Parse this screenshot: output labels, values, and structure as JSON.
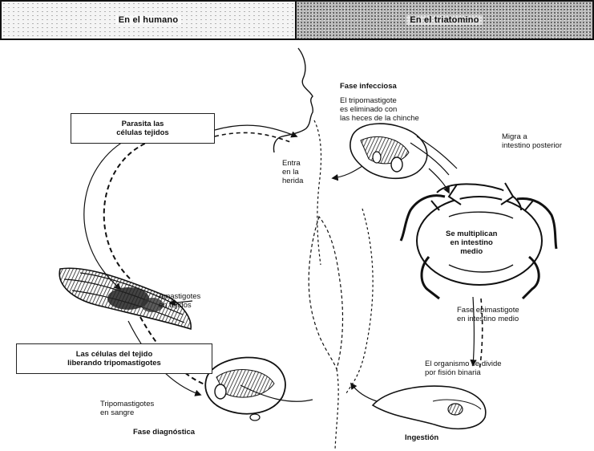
{
  "header": {
    "left": "En el humano",
    "right": "En el triatomino"
  },
  "boxes": {
    "parasito": [
      "Parasita las",
      "células tejidos"
    ],
    "celulas": [
      "Las células del tejido",
      "liberando tripomastigotes"
    ]
  },
  "labels": {
    "fase_infecciosa": "Fase infecciosa",
    "tripomastigote_eliminado": [
      "El tripomastigote",
      "es eliminado con",
      "las heces de la chinche"
    ],
    "migra": [
      "Migra a",
      "intestino posterior"
    ],
    "entra_herida": [
      "Entra",
      "en la",
      "herida"
    ],
    "se_multiplican": [
      "Se multiplican",
      "en intestino",
      "medio"
    ],
    "amastigotes": [
      "Amastigotes",
      "en tejidos"
    ],
    "fase_epimastigote": [
      "Fase epimastigote",
      "en intestino medio"
    ],
    "tripo_sangre": [
      "Tripomastigotes",
      "en sangre"
    ],
    "el_organismo": [
      "El organismo se divide",
      "por fisión binaria"
    ],
    "fase_diagnostica": "Fase diagnóstica",
    "ingestion": "Ingestión"
  }
}
